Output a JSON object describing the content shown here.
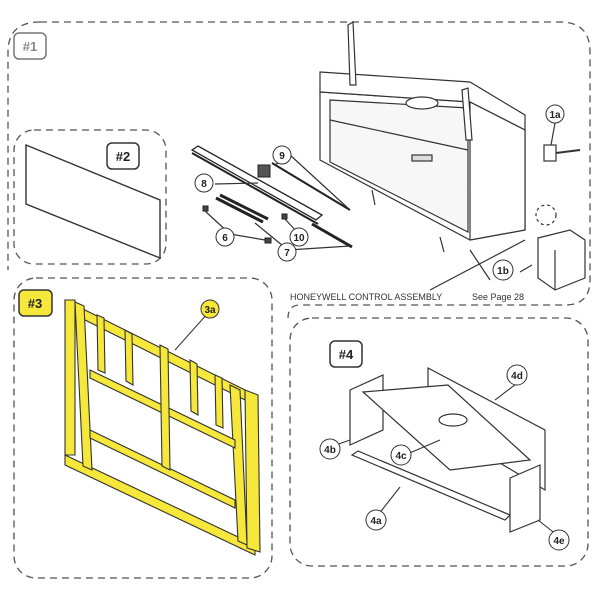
{
  "sections": {
    "s1": "#1",
    "s2": "#2",
    "s3": "#3",
    "s4": "#4"
  },
  "callouts": {
    "c1a": "1a",
    "c1b": "1b",
    "c3a": "3a",
    "c4a": "4a",
    "c4b": "4b",
    "c4c": "4c",
    "c4d": "4d",
    "c4e": "4e",
    "c6": "6",
    "c7": "7",
    "c8": "8",
    "c9": "9",
    "c10": "10"
  },
  "caption": {
    "assembly": "HONEYWELL CONTROL ASSEMBLY",
    "see_page": "See Page 28"
  },
  "colors": {
    "highlight": "#f5e83a",
    "line": "#333333",
    "dash": "#555555"
  }
}
